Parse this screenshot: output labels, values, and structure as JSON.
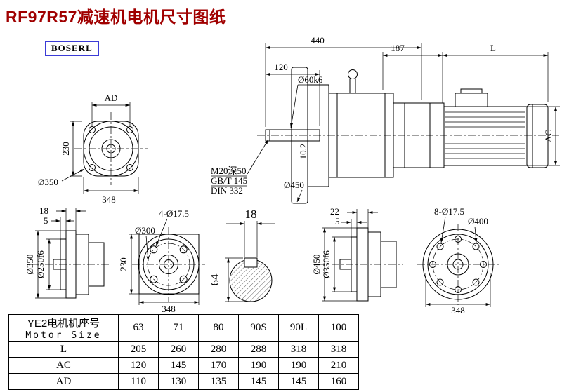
{
  "page": {
    "title": "RF97R57减速机电机尺寸图纸",
    "brand": "BOSERL"
  },
  "main_view": {
    "dim_total_length": "440",
    "dim_adapter_length": "187",
    "dim_motor_length": "L",
    "dim_shaft_length": "120",
    "shaft_diameter": "Ø60k6",
    "tap_hole": "M20深50",
    "standard_1": "GB/T 145",
    "standard_2": "DIN 332",
    "flange_diameter": "Ø450",
    "keyway_height": "10.2",
    "dim_motor_height": "AC"
  },
  "flange_view_top": {
    "dim_ad": "AD",
    "dim_height": "230",
    "flange_diameter": "Ø350",
    "dim_width": "348"
  },
  "side_view_small": {
    "dim_flange_thickness": "18",
    "dim_spigot_depth": "5",
    "flange_diameter": "Ø350",
    "spigot_diameter": "Ø250f6"
  },
  "front_view_small": {
    "bolt_holes": "4-Ø17.5",
    "bolt_circle": "Ø300",
    "dim_height": "230",
    "dim_width": "348"
  },
  "shaft_section": {
    "dim_key_width": "18",
    "dim_key_height": "64"
  },
  "side_view_large": {
    "dim_flange_thickness": "22",
    "dim_spigot_depth": "5",
    "flange_diameter": "Ø450",
    "spigot_diameter": "Ø350f6"
  },
  "front_view_large": {
    "bolt_holes": "8-Ø17.5",
    "bolt_circle": "Ø400",
    "dim_width": "348"
  },
  "table": {
    "header_line1": "YE2电机机座号",
    "header_line2": "Motor Size",
    "sizes": [
      "63",
      "71",
      "80",
      "90S",
      "90L",
      "100"
    ],
    "rows": [
      {
        "label": "L",
        "values": [
          "205",
          "260",
          "280",
          "288",
          "318",
          "318"
        ]
      },
      {
        "label": "AC",
        "values": [
          "120",
          "145",
          "170",
          "190",
          "190",
          "210"
        ]
      },
      {
        "label": "AD",
        "values": [
          "110",
          "130",
          "135",
          "145",
          "145",
          "160"
        ]
      }
    ]
  }
}
